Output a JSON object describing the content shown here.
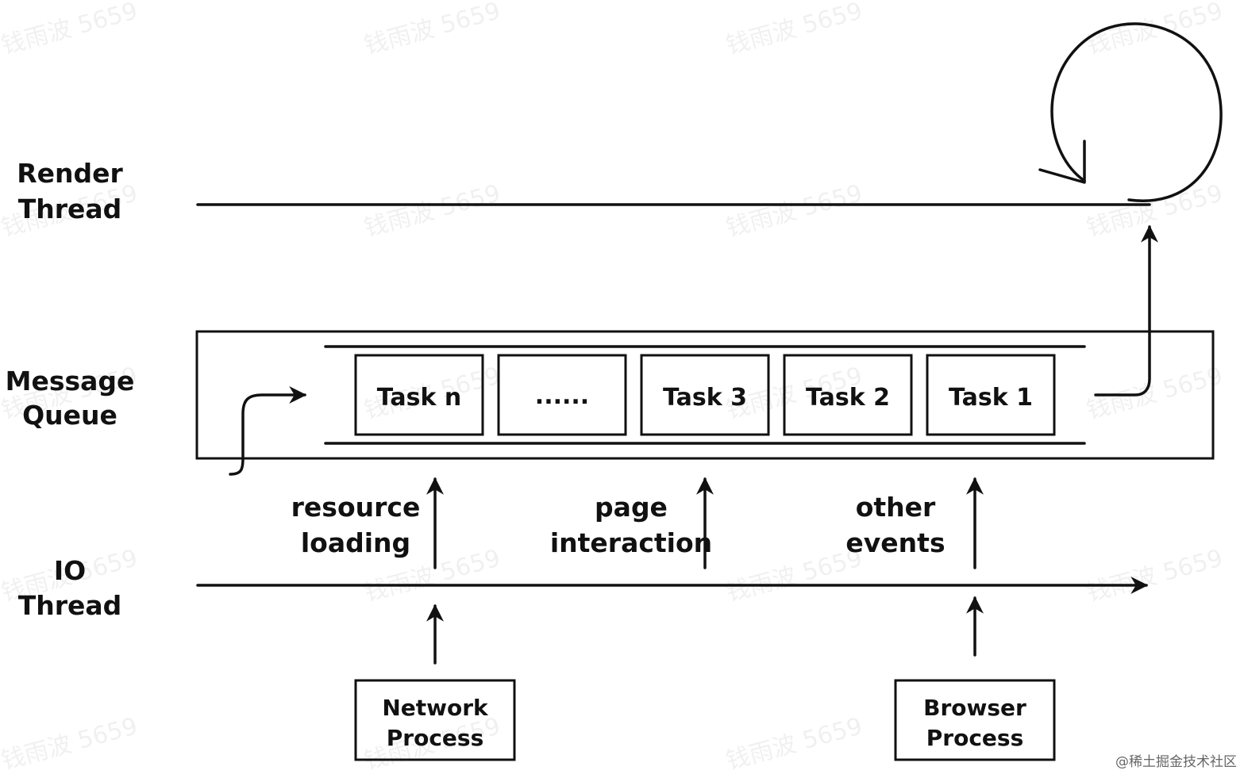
{
  "labels": {
    "render_thread": [
      "Render",
      "Thread"
    ],
    "message_queue": [
      "Message",
      "Queue"
    ],
    "io_thread": [
      "IO",
      "Thread"
    ]
  },
  "tasks": [
    "Task n",
    "......",
    "Task 3",
    "Task 2",
    "Task 1"
  ],
  "sources": {
    "resource_loading": [
      "resource",
      "loading"
    ],
    "page_interaction": [
      "page",
      "interaction"
    ],
    "other_events": [
      "other",
      "events"
    ]
  },
  "processes": {
    "network": [
      "Network",
      "Process"
    ],
    "browser": [
      "Browser",
      "Process"
    ]
  },
  "watermark": "钱雨波 5659",
  "credit": "@稀土掘金技术社区"
}
